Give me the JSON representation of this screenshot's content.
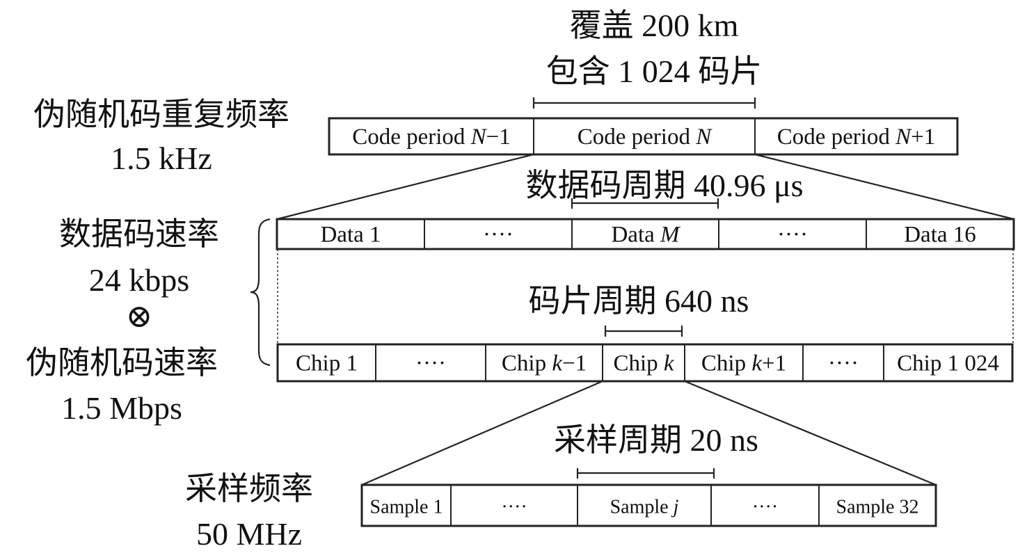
{
  "top": {
    "line1": "覆盖 200 km",
    "line2": "包含 1 024 码片"
  },
  "left": {
    "code_rate_label": "伪随机码重复频率",
    "code_rate_value": "1.5 kHz",
    "data_rate_label": "数据码速率",
    "data_rate_value": "24 kbps",
    "otimes": "⊗",
    "pn_rate_label": "伪随机码速率",
    "pn_rate_value": "1.5 Mbps",
    "sample_rate_label": "采样频率",
    "sample_rate_value": "50 MHz"
  },
  "code_periods": [
    {
      "pre": "Code period ",
      "var": "N",
      "post": "−1"
    },
    {
      "pre": "Code period ",
      "var": "N",
      "post": ""
    },
    {
      "pre": "Code period ",
      "var": "N",
      "post": "+1"
    }
  ],
  "data_period_label": "数据码周期 40.96 μs",
  "data_cells": [
    {
      "pre": "Data 1",
      "var": "",
      "post": ""
    },
    {
      "pre": "····",
      "var": "",
      "post": ""
    },
    {
      "pre": "Data ",
      "var": "M",
      "post": ""
    },
    {
      "pre": "····",
      "var": "",
      "post": ""
    },
    {
      "pre": "Data 16",
      "var": "",
      "post": ""
    }
  ],
  "chip_period_label": "码片周期 640 ns",
  "chip_cells": [
    {
      "pre": "Chip 1",
      "var": "",
      "post": ""
    },
    {
      "pre": "····",
      "var": "",
      "post": ""
    },
    {
      "pre": "Chip ",
      "var": "k",
      "post": "−1"
    },
    {
      "pre": "Chip ",
      "var": "k",
      "post": ""
    },
    {
      "pre": "Chip ",
      "var": "k",
      "post": "+1"
    },
    {
      "pre": "····",
      "var": "",
      "post": ""
    },
    {
      "pre": "Chip 1 024",
      "var": "",
      "post": ""
    }
  ],
  "sample_period_label": "采样周期 20 ns",
  "sample_cells": [
    {
      "pre": "Sample 1",
      "var": "",
      "post": ""
    },
    {
      "pre": "····",
      "var": "",
      "post": ""
    },
    {
      "pre": "Sample ",
      "var": "j",
      "post": ""
    },
    {
      "pre": "····",
      "var": "",
      "post": ""
    },
    {
      "pre": "Sample 32",
      "var": "",
      "post": ""
    }
  ]
}
